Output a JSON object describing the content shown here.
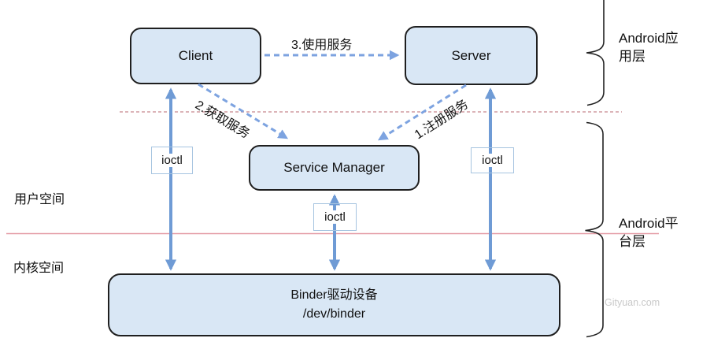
{
  "nodes": {
    "client": {
      "label": "Client"
    },
    "server": {
      "label": "Server"
    },
    "service_manager": {
      "label": "Service Manager"
    },
    "binder_driver": {
      "line1": "Binder驱动设备",
      "line2": "/dev/binder"
    }
  },
  "ioctl_labels": {
    "left": "ioctl",
    "middle": "ioctl",
    "right": "ioctl"
  },
  "arrow_labels": {
    "use_service": "3.使用服务",
    "get_service": "2.获取服务",
    "register_service": "1.注册服务"
  },
  "regions": {
    "user_space": "用户空间",
    "kernel_space": "内核空间"
  },
  "layers": {
    "app_layer": "Android应用层",
    "platform_layer": "Android平台层"
  },
  "watermark": "Gityuan.com",
  "colors": {
    "box_fill": "#D9E7F5",
    "box_border": "#1F1F1F",
    "arrow_blue": "#6F9BD5",
    "arrow_dash_blue": "#7DA3E0",
    "divider_dashed_pink": "#C8868E",
    "divider_solid_pink": "#E49AA4",
    "ioctl_border": "#A6C4E0",
    "watermark_gray": "#C9C9C9"
  }
}
